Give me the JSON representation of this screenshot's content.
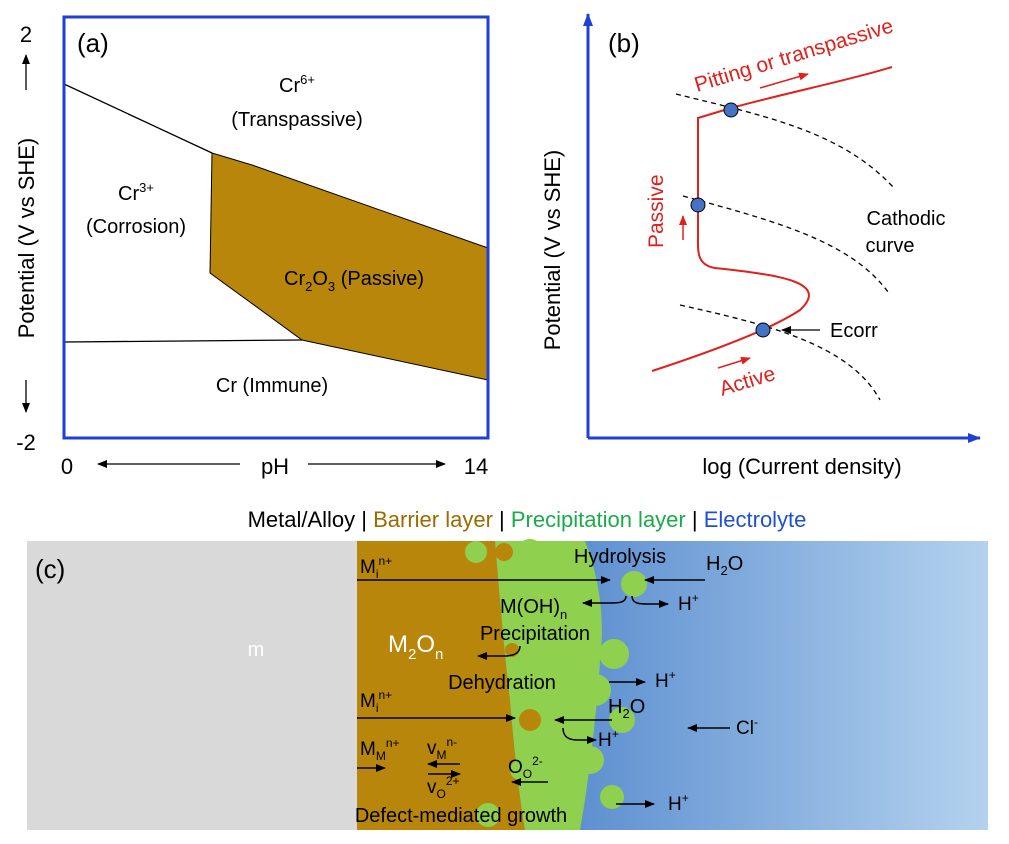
{
  "panel_a": {
    "label": "(a)",
    "y_max": "2",
    "y_min": "-2",
    "x_min": "0",
    "x_max": "14",
    "y_label": "Potential (V vs SHE)",
    "x_label": "pH",
    "cr6_ion": "Cr",
    "cr6_sup": "6+",
    "cr6_state": "(Transpassive)",
    "cr3_ion": "Cr",
    "cr3_sup": "3+",
    "cr3_state": "(Corrosion)",
    "cr2o3_a": "Cr",
    "cr2o3_b": "2",
    "cr2o3_c": "O",
    "cr2o3_d": "3",
    "cr2o3_e": " (Passive)",
    "immune": "Cr (Immune)",
    "colors": {
      "frame": "#1f3fd6",
      "passive": "#b8860b"
    }
  },
  "panel_b": {
    "label": "(b)",
    "y_label": "Potential (V vs SHE)",
    "x_label": "log (Current density)",
    "pitting": "Pitting or transpassive",
    "passive": "Passive",
    "active": "Active",
    "cathodic_1": "Cathodic",
    "cathodic_2": "curve",
    "ecorr": "Ecorr",
    "colors": {
      "axes": "#1f3fd6",
      "anodic": "#e0201b",
      "point": "#4472c4"
    }
  },
  "legend": {
    "metal": "Metal/Alloy",
    "sep": " | ",
    "barrier": "Barrier layer",
    "precip": "Precipitation layer",
    "electrolyte": "Electrolyte",
    "colors": {
      "barrier": "#9c6b00",
      "precip": "#1aab4a",
      "electrolyte": "#1f4fd6"
    }
  },
  "panel_c": {
    "label": "(c)",
    "metal": "m",
    "mi_1": "M",
    "mi_1_sub": "i",
    "mi_1_sup": "n+",
    "hydrolysis": "Hydrolysis",
    "h2o_1": "H",
    "h2o_1_sub": "2",
    "h2o_1_end": "O",
    "h_plus_1": "H",
    "h_plus_1_sup": "+",
    "moh_a": "M(OH)",
    "moh_sub": "n",
    "precipitation": "Precipitation",
    "m2on_a": "M",
    "m2on_b": "2",
    "m2on_c": "O",
    "m2on_d": "n",
    "dehydration": "Dehydration",
    "h_plus_2": "H",
    "h_plus_2_sup": "+",
    "mi_2": "M",
    "mi_2_sub": "i",
    "mi_2_sup": "n+",
    "h2o_2": "H",
    "h2o_2_sub": "2",
    "h2o_2_end": "O",
    "cl": "Cl",
    "cl_sup": "-",
    "h_plus_3": "H",
    "h_plus_3_sup": "+",
    "mm": "M",
    "mm_sub": "M",
    "mm_sup": "n+",
    "vm": "v",
    "vm_sub": "M",
    "vm_sup": "n-",
    "vo": "v",
    "vo_sub": "O",
    "vo_sup": "2+",
    "oo": "O",
    "oo_sub": "O",
    "oo_sup": "2-",
    "h_plus_4": "H",
    "h_plus_4_sup": "+",
    "defect": "Defect-mediated growth",
    "colors": {
      "metal": "#d9d9d9",
      "barrier": "#b8860b",
      "precip": "#8fd14f",
      "electrolyte_dark": "#2f6cc0",
      "electrolyte_light": "#b4d2ee"
    }
  }
}
